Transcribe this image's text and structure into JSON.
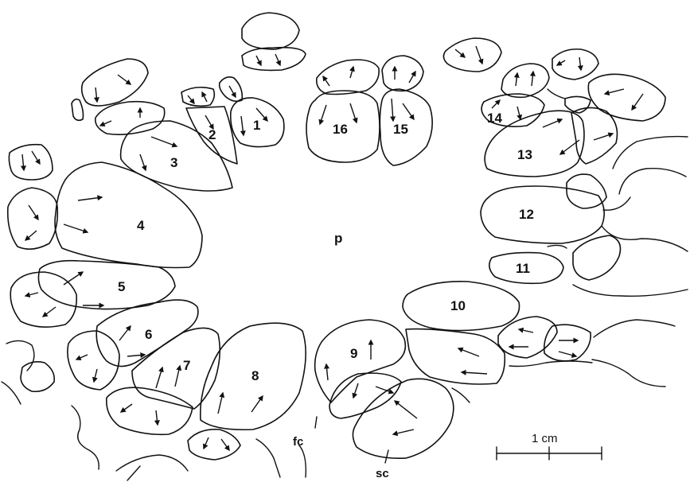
{
  "cell_labels": {
    "c1": "1",
    "c2": "2",
    "c3": "3",
    "c4": "4",
    "c5": "5",
    "c6": "6",
    "c7": "7",
    "c8": "8",
    "c9": "9",
    "c10": "10",
    "c11": "11",
    "c12": "12",
    "c13": "13",
    "c14": "14",
    "c15": "15",
    "c16": "16"
  },
  "center_label": "p",
  "annotations": {
    "fc": "fc",
    "sc": "sc"
  },
  "scale_bar": {
    "label": "1 cm"
  }
}
